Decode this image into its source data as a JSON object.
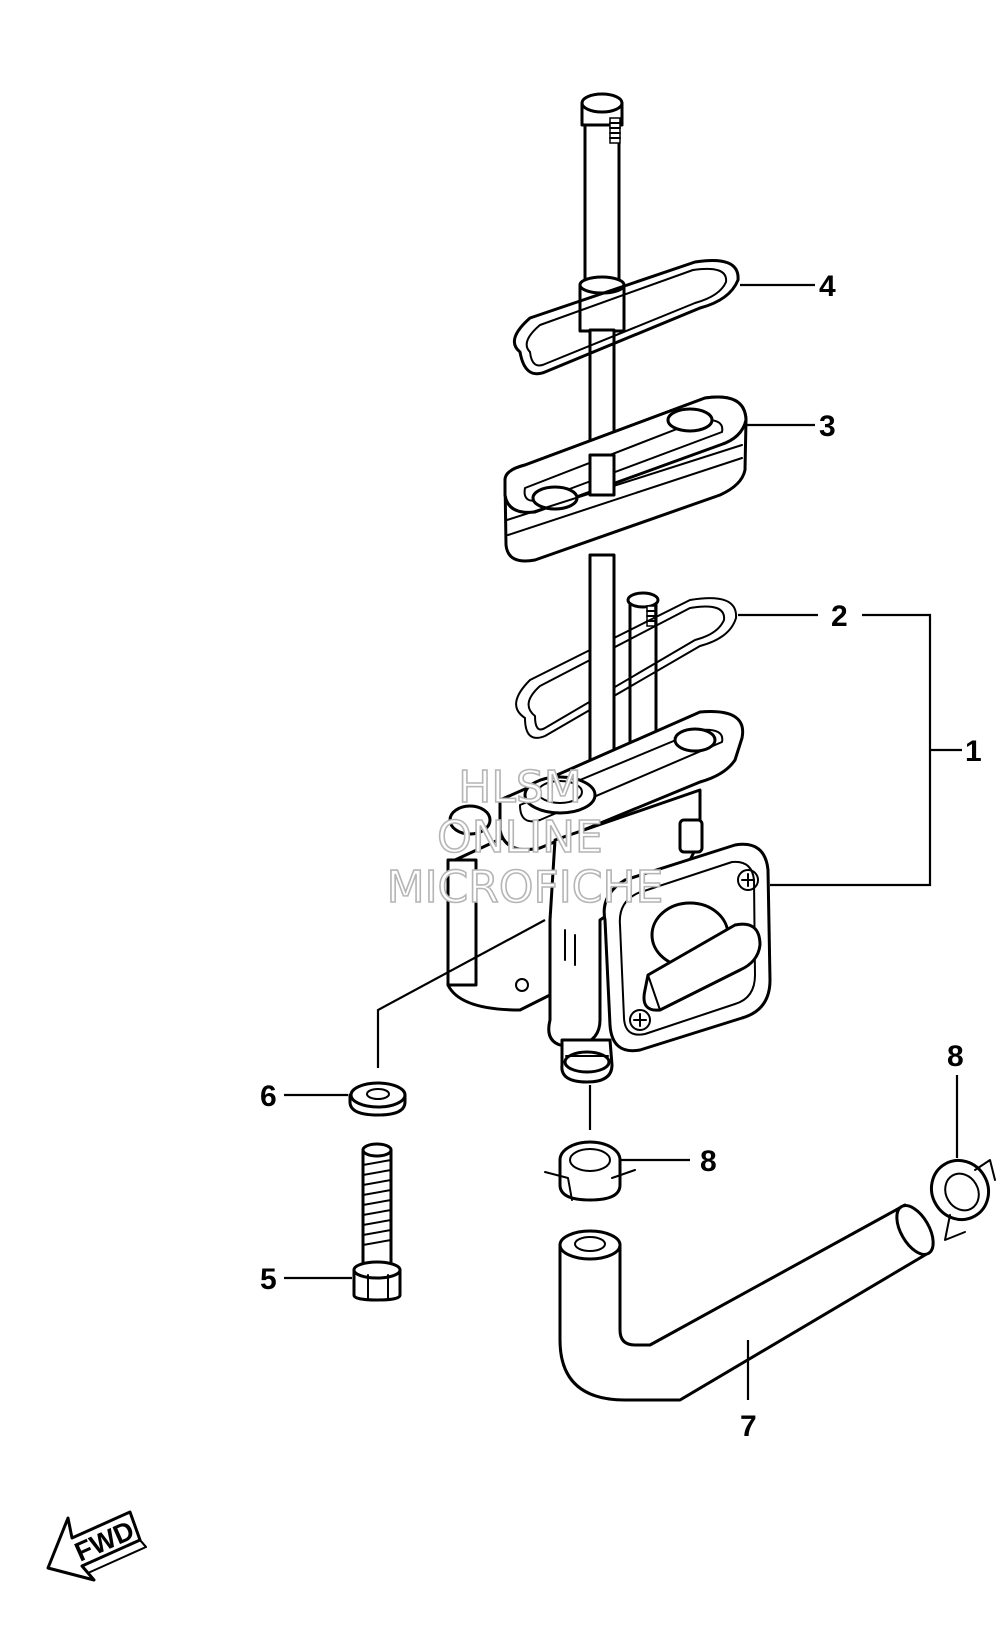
{
  "callouts": {
    "c1": "1",
    "c2": "2",
    "c3": "3",
    "c4": "4",
    "c5": "5",
    "c6": "6",
    "c7": "7",
    "c8a": "8",
    "c8b": "8"
  },
  "watermark": {
    "line1": "HLSM",
    "line2": "ONLINE",
    "line3": "MICROFICHE"
  },
  "direction": {
    "label": "FWD"
  }
}
